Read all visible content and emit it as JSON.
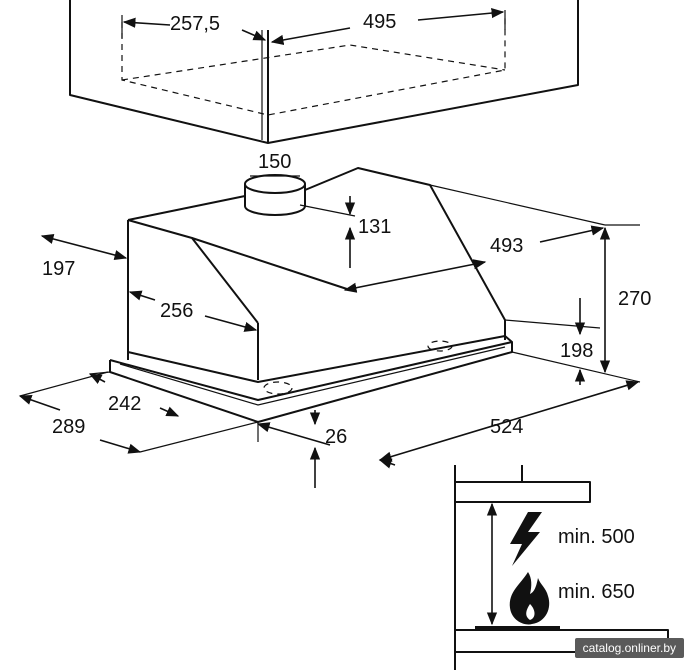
{
  "dimensions": {
    "cabinet_offset": "257,5",
    "cabinet_width": "495",
    "duct_diameter": "150",
    "duct_height": "131",
    "hood_top_depth": "197",
    "hood_top_width": "493",
    "hood_height": "270",
    "front_slope": "256",
    "body_height": "198",
    "panel_depth": "242",
    "overall_depth": "289",
    "panel_thickness": "26",
    "overall_width": "524"
  },
  "clearance": {
    "electric_label": "min. 500",
    "gas_label": "min. 650"
  },
  "icons": {
    "electric": "lightning-icon",
    "gas": "flame-icon"
  },
  "watermark": "catalog.onliner.by"
}
